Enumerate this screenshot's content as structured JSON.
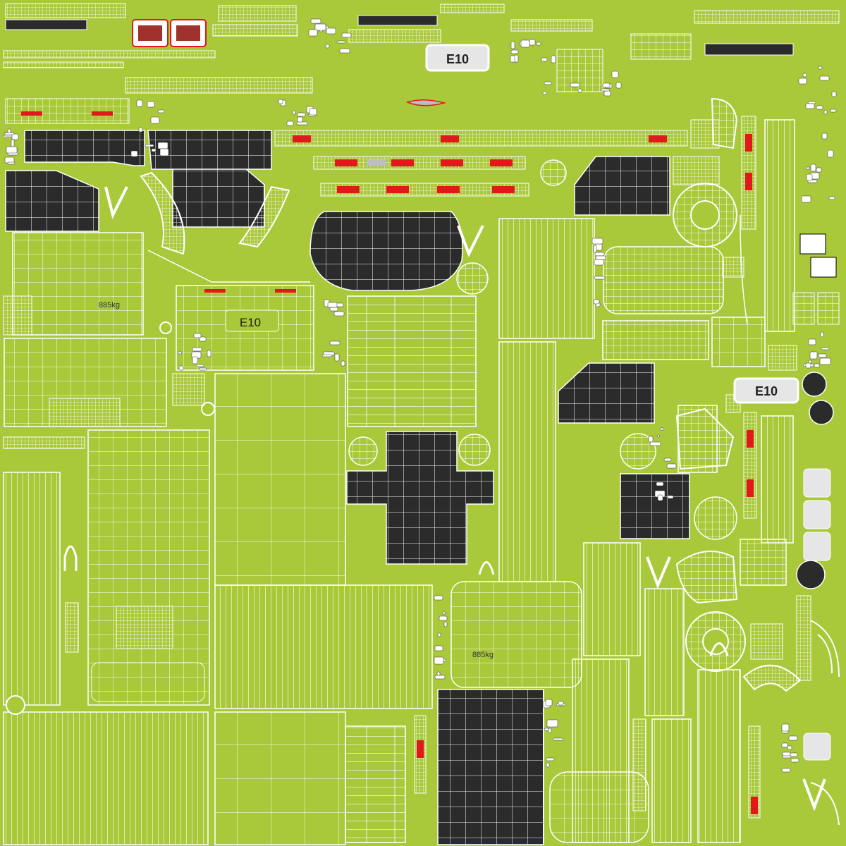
{
  "texture": {
    "background_color": "#a9c83a",
    "wire_color": "#ffffff",
    "dark_fill": "#2b2b2b",
    "red_mark_color": "#e0191b",
    "gray_mark_color": "#bdbdbd",
    "badge_fill": "#e6e6e6"
  },
  "labels": {
    "badge_top": "E10",
    "badge_mid": "E10",
    "badge_right": "E10",
    "weight_upper": "885kg",
    "weight_lower": "885kg"
  }
}
